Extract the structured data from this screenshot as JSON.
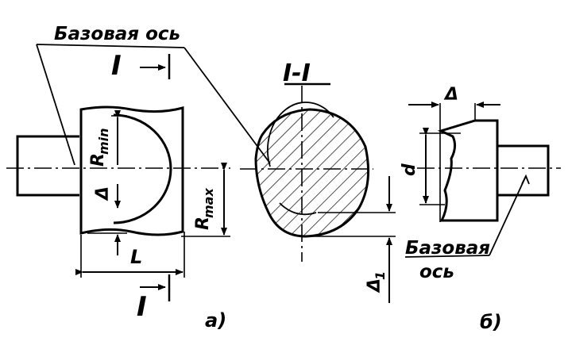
{
  "labels": {
    "base_axis_top": "Базовая ось",
    "section_mark_top": "I",
    "section_mark_bottom": "I",
    "section_title": "I-I",
    "r_min": "R",
    "r_min_sub": "min",
    "r_max": "R",
    "r_max_sub": "max",
    "delta": "Δ",
    "length": "L",
    "delta_1": "Δ",
    "delta_1_sub": "1",
    "delta_b": "Δ",
    "diameter": "d",
    "base_axis_bottom_line1": "Базовая",
    "base_axis_bottom_line2": "ось",
    "fig_a": "а)",
    "fig_b": "б)"
  }
}
